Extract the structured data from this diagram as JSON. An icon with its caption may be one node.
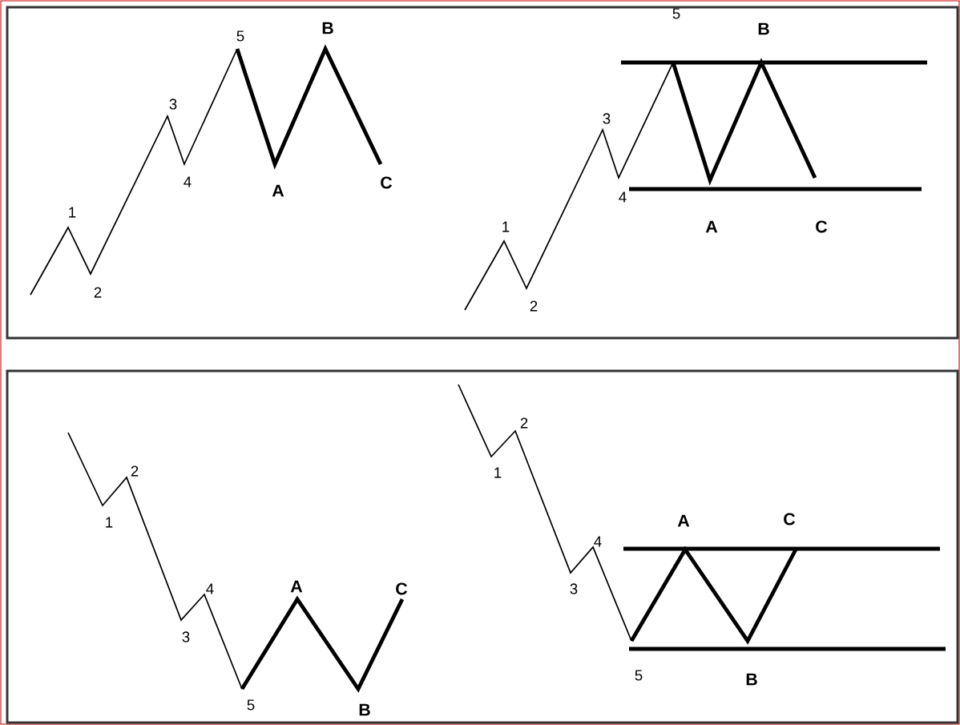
{
  "diagram": {
    "labels": [
      "1",
      "2",
      "3",
      "4",
      "5",
      "A",
      "B",
      "C",
      "1",
      "2",
      "3",
      "4",
      "5",
      "A",
      "B",
      "C",
      "1",
      "2",
      "3",
      "4",
      "5",
      "A",
      "B",
      "C",
      "1",
      "2",
      "3",
      "4",
      "5",
      "A",
      "B",
      "C"
    ]
  }
}
